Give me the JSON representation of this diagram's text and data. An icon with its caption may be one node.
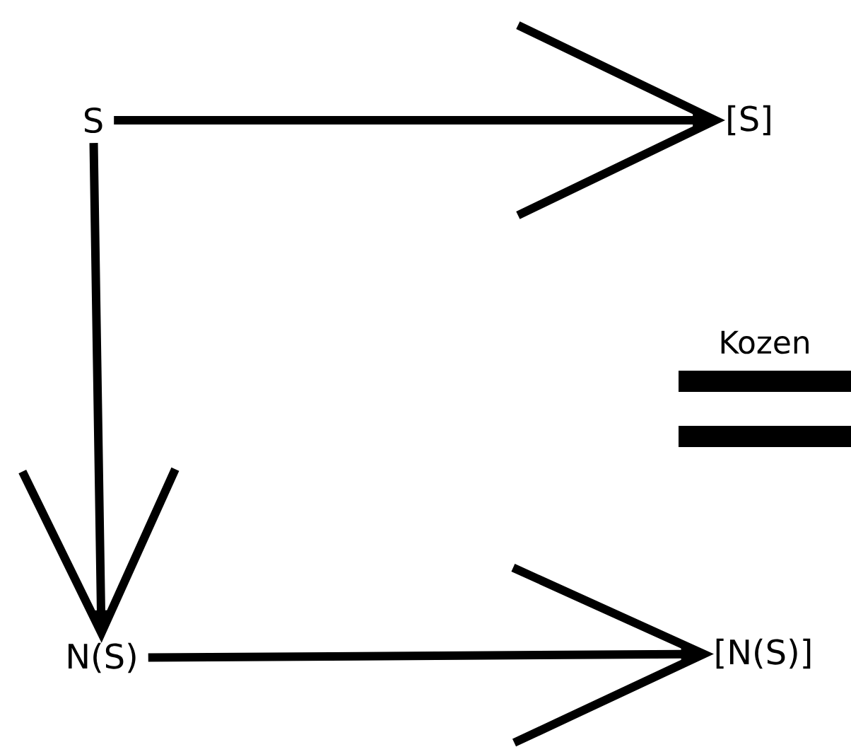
{
  "diagram": {
    "nodes": [
      {
        "text": [
          "S"
        ]
      },
      {
        "text": [
          "[S]"
        ]
      },
      {
        "text": [
          "N(S)"
        ]
      },
      {
        "text": [
          "[N(S)]"
        ]
      }
    ],
    "edges": [
      {
        "from": 0,
        "to": 1,
        "arrow": "to"
      },
      {
        "from": 0,
        "to": 2,
        "arrow": "to"
      },
      {
        "from": 2,
        "to": 3,
        "arrow": "to"
      }
    ],
    "labels": [
      "Kozen"
    ]
  }
}
